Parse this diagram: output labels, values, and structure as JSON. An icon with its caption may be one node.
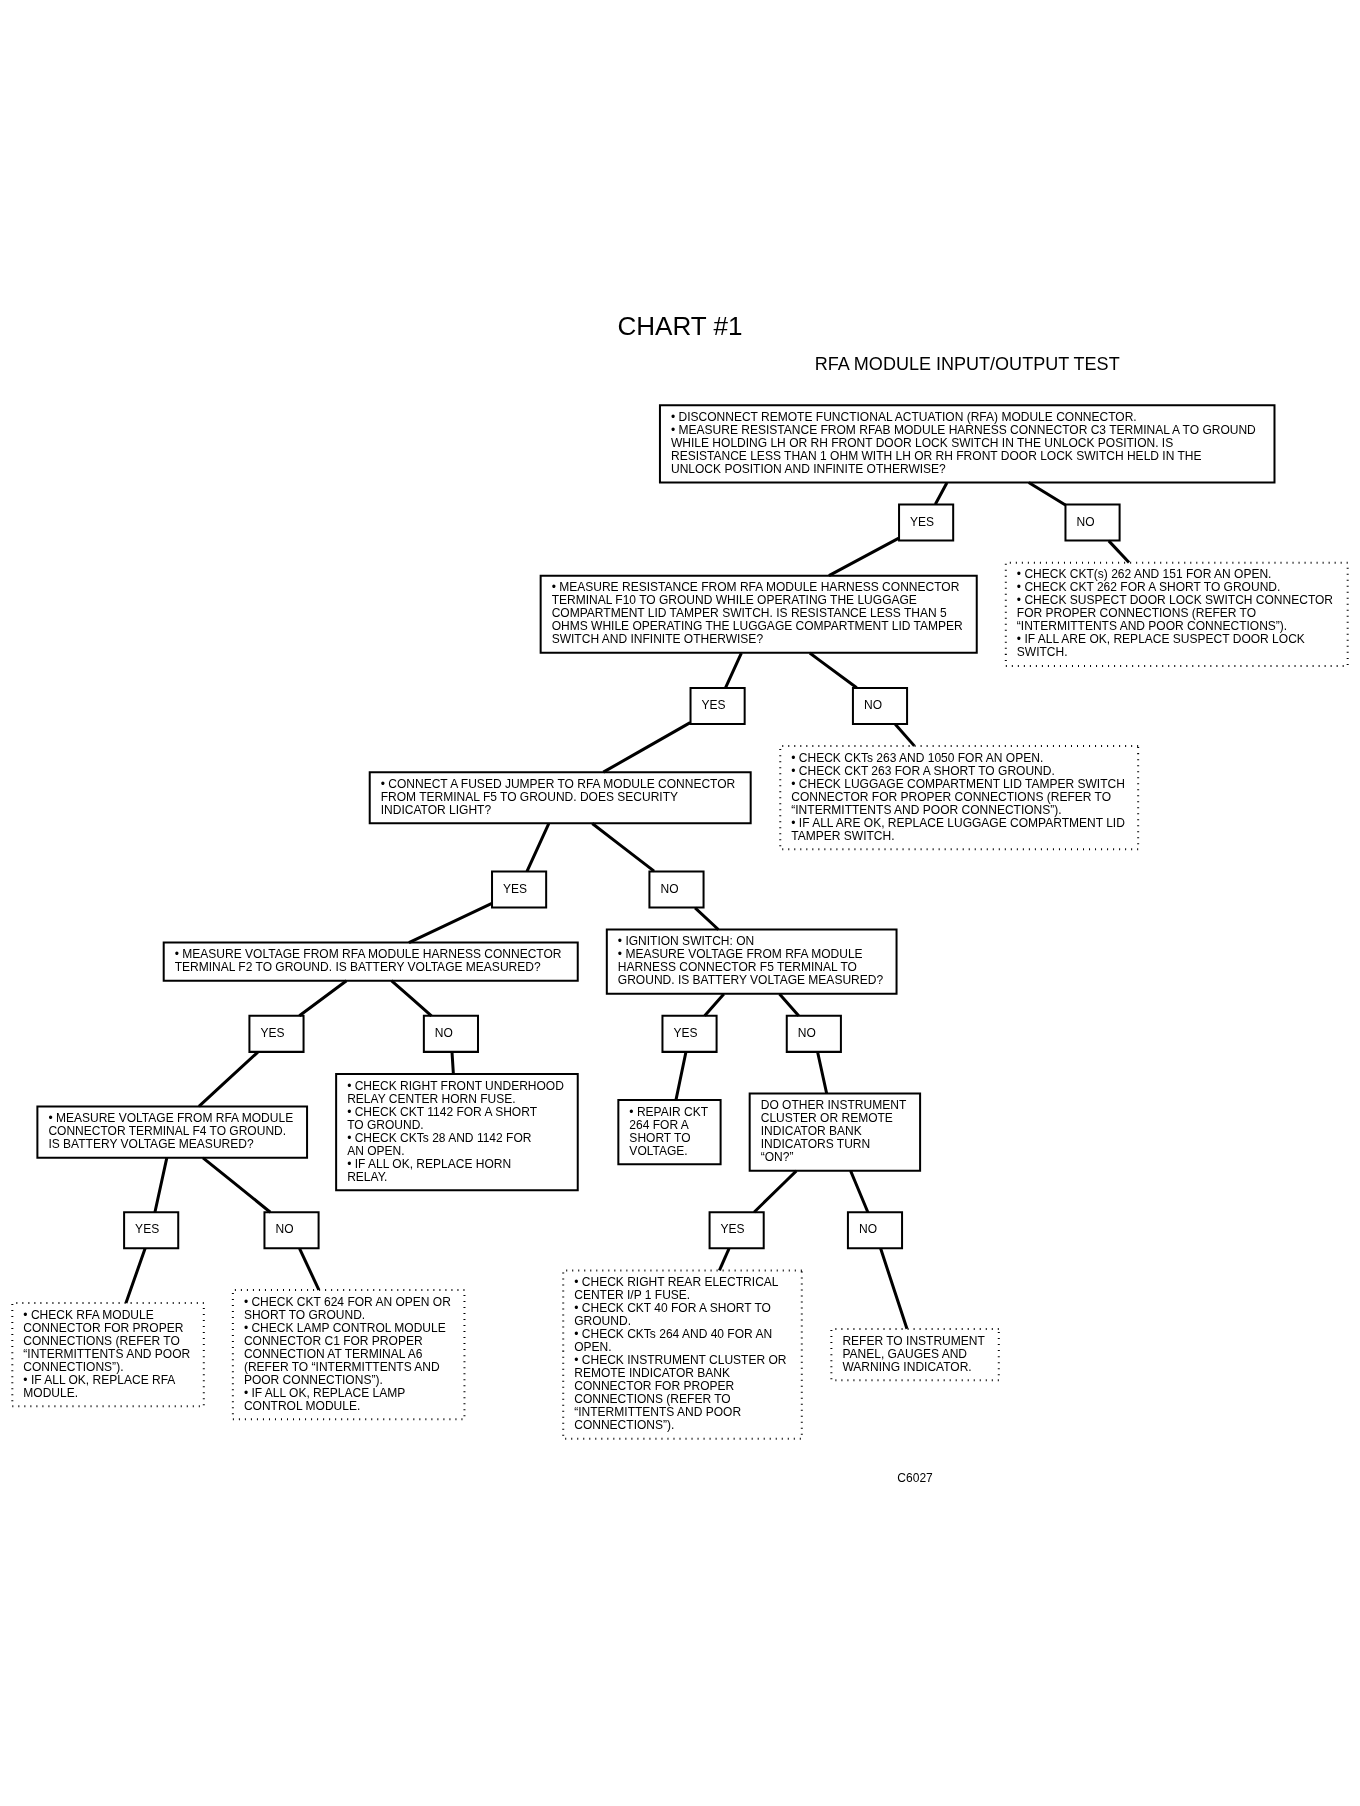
{
  "diagram": {
    "title": "CHART #1",
    "nodes": [
      {
        "text": [
          "• DISCONNECT REMOTE FUNCTIONAL ACTUATION (RFA) MODULE CONNECTOR.",
          "• MEASURE RESISTANCE FROM RFAB MODULE HARNESS CONNECTOR C3 TERMINAL A TO GROUND WHILE HOLDING LH OR RH FRONT DOOR LOCK SWITCH IN THE UNLOCK POSITION. IS RESISTANCE LESS THAN 1 OHM WITH LH OR RH FRONT DOOR LOCK SWITCH HELD IN THE UNLOCK POSITION AND INFINITE OTHERWISE?"
        ]
      },
      {
        "text": [
          "YES"
        ]
      },
      {
        "text": [
          "NO"
        ]
      },
      {
        "text": [
          "• MEASURE RESISTANCE FROM RFA MODULE HARNESS CONNECTOR TERMINAL F10 TO GROUND WHILE OPERATING THE LUGGAGE COMPARTMENT LID TAMPER SWITCH. IS RESISTANCE LESS THAN 5 OHMS WHILE OPERATING THE LUGGAGE COMPARTMENT LID TAMPER SWITCH AND INFINITE OTHERWISE?"
        ]
      },
      {
        "text": [
          "• CHECK CKT(s) 262 AND 151 FOR AN OPEN.",
          "• CHECK CKT 262 FOR A SHORT TO GROUND.",
          "• CHECK SUSPECT DOOR LOCK SWITCH CONNECTOR FOR PROPER CONNECTIONS (REFER TO “INTERMITTENTS AND POOR CONNECTIONS”).",
          "• IF ALL ARE OK, REPLACE SUSPECT DOOR LOCK SWITCH."
        ]
      },
      {
        "text": [
          "YES"
        ]
      },
      {
        "text": [
          "NO"
        ]
      },
      {
        "text": [
          "• CONNECT A FUSED JUMPER TO RFA MODULE CONNECTOR FROM TERMINAL F5 TO GROUND. DOES SECURITY INDICATOR LIGHT?"
        ]
      },
      {
        "text": [
          "• CHECK CKTs 263 AND 1050 FOR AN OPEN.",
          "• CHECK CKT 263 FOR A SHORT TO GROUND.",
          "• CHECK LUGGAGE COMPARTMENT LID TAMPER SWITCH CONNECTOR FOR PROPER CONNECTIONS (REFER TO “INTERMITTENTS AND POOR CONNECTIONS”).",
          "• IF ALL ARE OK, REPLACE LUGGAGE COMPARTMENT LID TAMPER SWITCH."
        ]
      },
      {
        "text": [
          "YES"
        ]
      },
      {
        "text": [
          "NO"
        ]
      },
      {
        "text": [
          "• MEASURE VOLTAGE FROM RFA MODULE HARNESS CONNECTOR TERMINAL F2 TO GROUND. IS BATTERY VOLTAGE MEASURED?"
        ]
      },
      {
        "text": [
          "• IGNITION SWITCH: ON",
          "• MEASURE VOLTAGE FROM RFA MODULE HARNESS CONNECTOR F5 TERMINAL TO GROUND. IS BATTERY VOLTAGE MEASURED?"
        ]
      },
      {
        "text": [
          "YES"
        ]
      },
      {
        "text": [
          "NO"
        ]
      },
      {
        "text": [
          "• MEASURE VOLTAGE FROM RFA MODULE CONNECTOR TERMINAL F4 TO GROUND. IS BATTERY VOLTAGE MEASURED?"
        ]
      },
      {
        "text": [
          "• CHECK RIGHT FRONT UNDERHOOD RELAY CENTER HORN FUSE.",
          "• CHECK CKT 1142 FOR A SHORT TO GROUND.",
          "• CHECK CKTs 28 AND 1142 FOR AN OPEN.",
          "• IF ALL OK, REPLACE HORN RELAY."
        ]
      },
      {
        "text": [
          "YES"
        ]
      },
      {
        "text": [
          "NO"
        ]
      },
      {
        "text": [
          "• REPAIR CKT 264 FOR A SHORT TO VOLTAGE."
        ]
      },
      {
        "text": [
          "DO OTHER INSTRUMENT CLUSTER OR REMOTE INDICATOR BANK INDICATORS TURN “ON?”"
        ]
      },
      {
        "text": [
          "YES"
        ]
      },
      {
        "text": [
          "NO"
        ]
      },
      {
        "text": [
          "YES"
        ]
      },
      {
        "text": [
          "NO"
        ]
      },
      {
        "text": [
          "• CHECK RFA MODULE CONNECTOR FOR PROPER CONNECTIONS (REFER TO “INTERMITTENTS AND POOR CONNECTIONS”).",
          "• IF ALL OK, REPLACE RFA MODULE."
        ]
      },
      {
        "text": [
          "• CHECK CKT 624 FOR AN OPEN OR SHORT TO GROUND.",
          "• CHECK LAMP CONTROL MODULE CONNECTOR C1 FOR PROPER CONNECTION AT TERMINAL A6 (REFER TO “INTERMITTENTS AND POOR CONNECTIONS”).",
          "• IF ALL OK, REPLACE LAMP CONTROL MODULE."
        ]
      },
      {
        "text": [
          "• CHECK RIGHT REAR ELECTRICAL CENTER I/P 1 FUSE.",
          "• CHECK CKT 40 FOR A SHORT TO GROUND.",
          "• CHECK CKTs 264 AND 40 FOR AN OPEN.",
          "• CHECK INSTRUMENT CLUSTER OR REMOTE INDICATOR BANK CONNECTOR FOR PROPER CONNECTIONS (REFER TO “INTERMITTENTS AND POOR CONNECTIONS”)."
        ]
      },
      {
        "text": [
          "REFER TO INSTRUMENT PANEL, GAUGES AND WARNING INDICATOR."
        ]
      }
    ],
    "edges": [
      {
        "from": 0,
        "to": 1,
        "arrow": "none"
      },
      {
        "from": 0,
        "to": 2,
        "arrow": "none"
      },
      {
        "from": 1,
        "to": 3,
        "arrow": "none"
      },
      {
        "from": 2,
        "to": 4,
        "arrow": "none"
      },
      {
        "from": 3,
        "to": 5,
        "arrow": "none"
      },
      {
        "from": 3,
        "to": 6,
        "arrow": "none"
      },
      {
        "from": 5,
        "to": 7,
        "arrow": "none"
      },
      {
        "from": 6,
        "to": 8,
        "arrow": "none"
      },
      {
        "from": 7,
        "to": 9,
        "arrow": "none"
      },
      {
        "from": 7,
        "to": 10,
        "arrow": "none"
      },
      {
        "from": 9,
        "to": 11,
        "arrow": "none"
      },
      {
        "from": 10,
        "to": 12,
        "arrow": "none"
      },
      {
        "from": 11,
        "to": 13,
        "arrow": "none"
      },
      {
        "from": 11,
        "to": 14,
        "arrow": "none"
      },
      {
        "from": 13,
        "to": 15,
        "arrow": "none"
      },
      {
        "from": 14,
        "to": 16,
        "arrow": "none"
      },
      {
        "from": 12,
        "to": 17,
        "arrow": "none"
      },
      {
        "from": 12,
        "to": 18,
        "arrow": "none"
      },
      {
        "from": 17,
        "to": 19,
        "arrow": "none"
      },
      {
        "from": 18,
        "to": 20,
        "arrow": "none"
      },
      {
        "from": 15,
        "to": 21,
        "arrow": "none"
      },
      {
        "from": 15,
        "to": 22,
        "arrow": "none"
      },
      {
        "from": 20,
        "to": 23,
        "arrow": "none"
      },
      {
        "from": 20,
        "to": 24,
        "arrow": "none"
      },
      {
        "from": 21,
        "to": 25,
        "arrow": "none"
      },
      {
        "from": 22,
        "to": 26,
        "arrow": "none"
      },
      {
        "from": 23,
        "to": 27,
        "arrow": "none"
      },
      {
        "from": 24,
        "to": 28,
        "arrow": "none"
      }
    ],
    "labels": [
      "RFA MODULE INPUT/OUTPUT TEST",
      "C6027"
    ]
  }
}
